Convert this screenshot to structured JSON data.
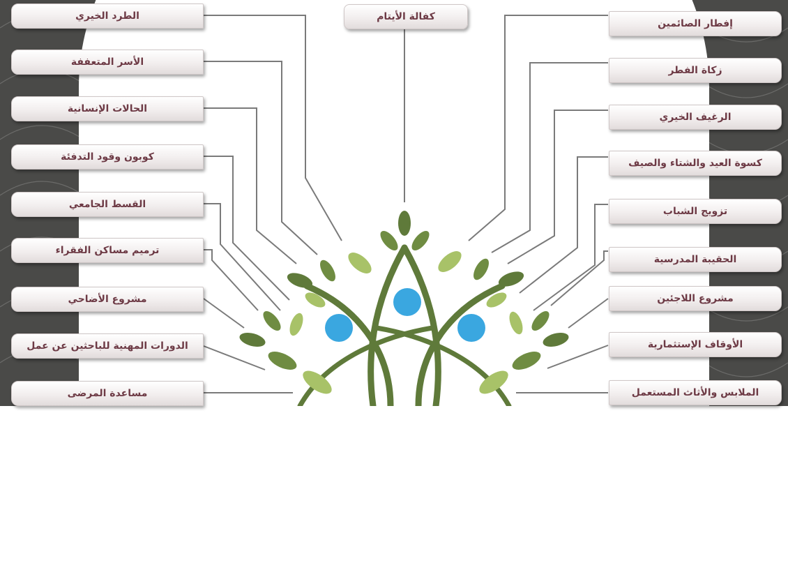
{
  "colors": {
    "text": "#6d3a45",
    "leaf_dark": "#5f7a3a",
    "leaf_light": "#a8c268",
    "dot": "#3aa7e0",
    "background": "#4a4a48"
  },
  "top": {
    "label": "كفالة الأيتام"
  },
  "left_items": [
    {
      "label": "الطرد الخيري"
    },
    {
      "label": "الأسر المتعففة"
    },
    {
      "label": "الحالات الإنسانية"
    },
    {
      "label": "كوبون وقود التدفئة"
    },
    {
      "label": "القسط الجامعي"
    },
    {
      "label": "ترميم مساكن الفقراء"
    },
    {
      "label": "مشروع الأضاحي"
    },
    {
      "label": "الدورات المهنية للباحثين عن عمل"
    },
    {
      "label": "مساعدة المرضى"
    }
  ],
  "right_items": [
    {
      "label": "إفطار الصائمين"
    },
    {
      "label": "زكاة الفطر"
    },
    {
      "label": "الرغيف الخيري"
    },
    {
      "label": "كسوة العيد والشتاء والصيف"
    },
    {
      "label": "تزويج الشباب"
    },
    {
      "label": "الحقيبة المدرسية"
    },
    {
      "label": "مشروع اللاجئين"
    },
    {
      "label": "الأوقاف الإستثمارية"
    },
    {
      "label": "الملابس والأثاث المستعمل"
    }
  ]
}
